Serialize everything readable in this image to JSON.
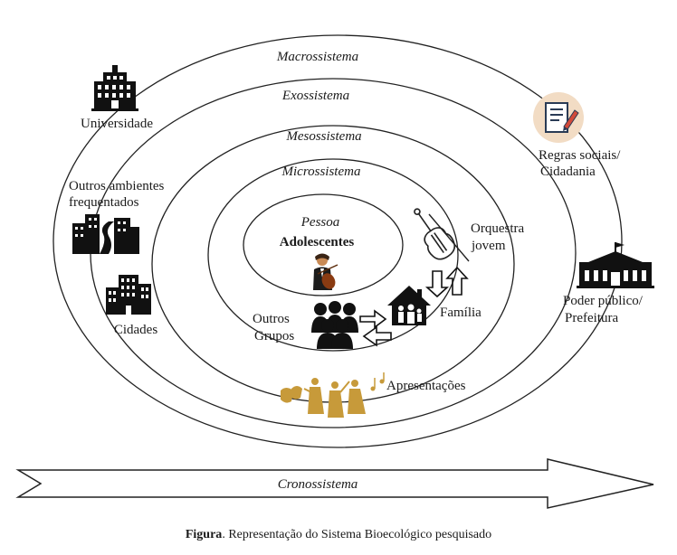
{
  "systems": {
    "macro": "Macrossistema",
    "exo": "Exossistema",
    "meso": "Mesossistema",
    "micro": "Microssistema",
    "crono": "Cronossistema"
  },
  "center": {
    "pessoa": "Pessoa",
    "adolescentes": "Adolescentes"
  },
  "labels": {
    "universidade": "Universidade",
    "outros_ambientes_1": "Outros ambientes",
    "outros_ambientes_2": "frequentados",
    "cidades": "Cidades",
    "regras_1": "Regras sociais/",
    "regras_2": "Cidadania",
    "poder_1": "Poder público/",
    "poder_2": "Prefeitura",
    "orquestra_1": "Orquestra",
    "orquestra_2": "jovem",
    "familia": "Família",
    "outros_grupos_1": "Outros",
    "outros_grupos_2": "Grupos",
    "apresentacoes": "Apresentações"
  },
  "caption": {
    "label": "Figura",
    "text": ". Representação do Sistema Bioecológico pesquisado"
  },
  "colors": {
    "ink": "#1a1a1a",
    "gold": "#c79a3a",
    "regras_bg": "#f2dcc4"
  },
  "icons": [
    "university-icon",
    "city-road-icon",
    "buildings-icon",
    "rules-document-icon",
    "city-hall-icon",
    "violin-icon",
    "family-house-icon",
    "group-people-icon",
    "performers-icon",
    "adolescent-violinist-icon"
  ]
}
